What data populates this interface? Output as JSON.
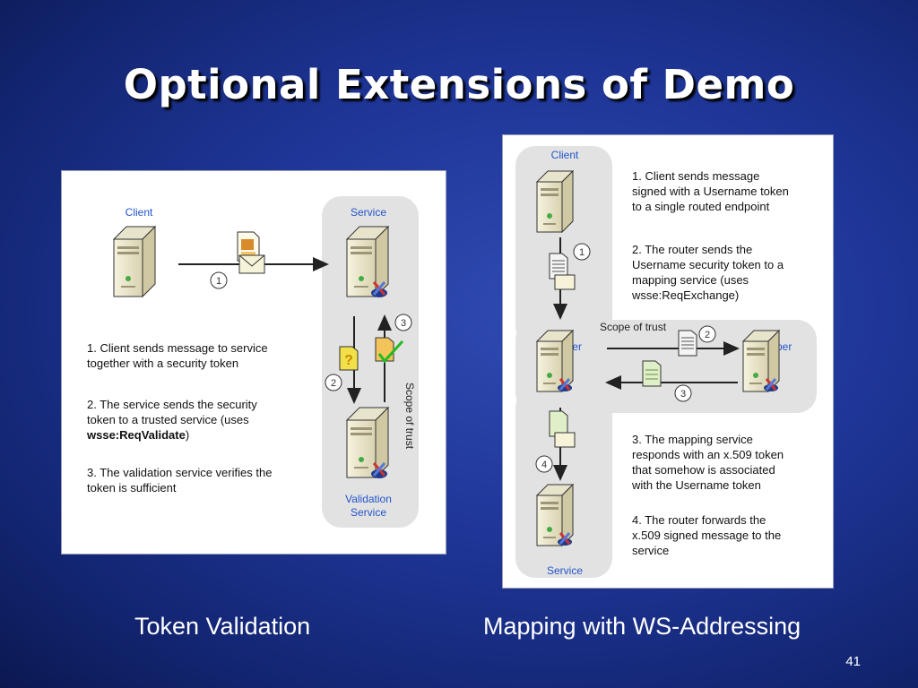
{
  "title": "Optional Extensions of Demo",
  "left_diagram": {
    "caption": "Token Validation",
    "nodes": {
      "client": "Client",
      "service": "Service",
      "validation_line1": "Validation",
      "validation_line2": "Service"
    },
    "scope_label": "Scope of trust",
    "steps": [
      "1",
      "2",
      "3"
    ],
    "desc1": [
      "1. Client sends message to service",
      "together with a security token"
    ],
    "desc2": [
      "2. The service sends the security",
      "token to a trusted service (uses"
    ],
    "desc2_code": "wsse:ReqValidate",
    "desc2_tail": ")",
    "desc3": [
      "3. The validation service verifies the",
      "token is sufficient"
    ]
  },
  "right_diagram": {
    "caption": "Mapping with WS-Addressing",
    "nodes": {
      "client": "Client",
      "router": "Router",
      "mapper": "Mapper",
      "service": "Service"
    },
    "scope_label": "Scope of trust",
    "steps": [
      "1",
      "2",
      "3",
      "4"
    ],
    "desc1": [
      "1. Client sends message",
      "signed with a Username token",
      "to a single routed endpoint"
    ],
    "desc2": [
      "2. The router sends the",
      "Username security token to a",
      "mapping service (uses",
      "wsse:ReqExchange)"
    ],
    "desc3": [
      "3. The mapping service",
      "responds with an x.509 token",
      "that somehow is associated",
      "with the Username token"
    ],
    "desc4": [
      "4. The router forwards the",
      "x.509 signed message to the",
      "service"
    ]
  },
  "page_number": "41",
  "colors": {
    "label_blue": "#2255cc",
    "trust_zone": "#e2e2e2",
    "check_green": "#22bb22"
  }
}
